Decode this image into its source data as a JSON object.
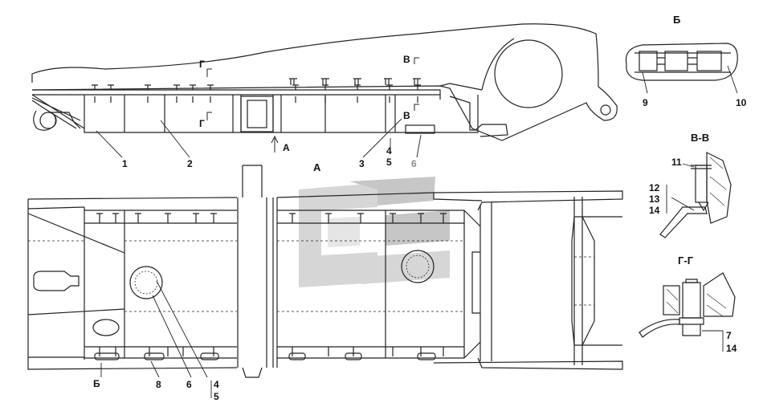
{
  "views": {
    "top": {
      "part_labels": [
        "1",
        "2",
        "3",
        "4",
        "5",
        "6"
      ],
      "section_marks": {
        "g": "Г",
        "v": "В",
        "a": "А"
      }
    },
    "plan": {
      "title": "А",
      "part_labels": [
        "Б",
        "8",
        "6",
        "4",
        "5"
      ]
    },
    "detail_b": {
      "title": "Б",
      "labels": [
        "9",
        "10"
      ]
    },
    "section_vv": {
      "title": "В-В",
      "labels": [
        "11",
        "12",
        "13",
        "14"
      ]
    },
    "section_gg": {
      "title": "Г-Г",
      "labels": [
        "7",
        "14"
      ]
    }
  },
  "watermark": {
    "shape": "stylized-s-logo",
    "color": "#c8c8c8"
  }
}
